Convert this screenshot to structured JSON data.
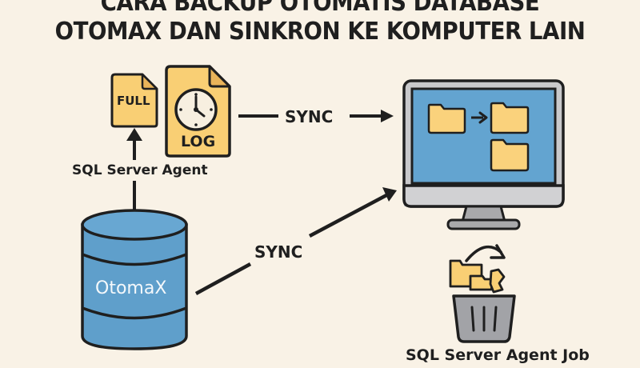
{
  "title": {
    "line1": "CARA BACKUP OTOMATIS DATABASE",
    "line2": "OTOMAX DAN SINKRON KE KOMPUTER LAIN"
  },
  "files": {
    "full_label": "FULL",
    "log_label": "LOG"
  },
  "labels": {
    "sql_server_agent": "SQL Server Agent",
    "sync_top": "SYNC",
    "sync_bottom": "SYNC",
    "database_name": "OtomaX",
    "sql_server_agent_job": "SQL Server Agent Job"
  },
  "colors": {
    "background": "#f9f2e6",
    "file_yellow": "#f9cf74",
    "file_fold": "#e9b45a",
    "db_blue": "#5f9fcb",
    "screen_blue": "#63a4d0",
    "monitor_gray": "#a9a9ab",
    "trash_gray": "#a2a3a7",
    "ink": "#1f1f1f"
  }
}
